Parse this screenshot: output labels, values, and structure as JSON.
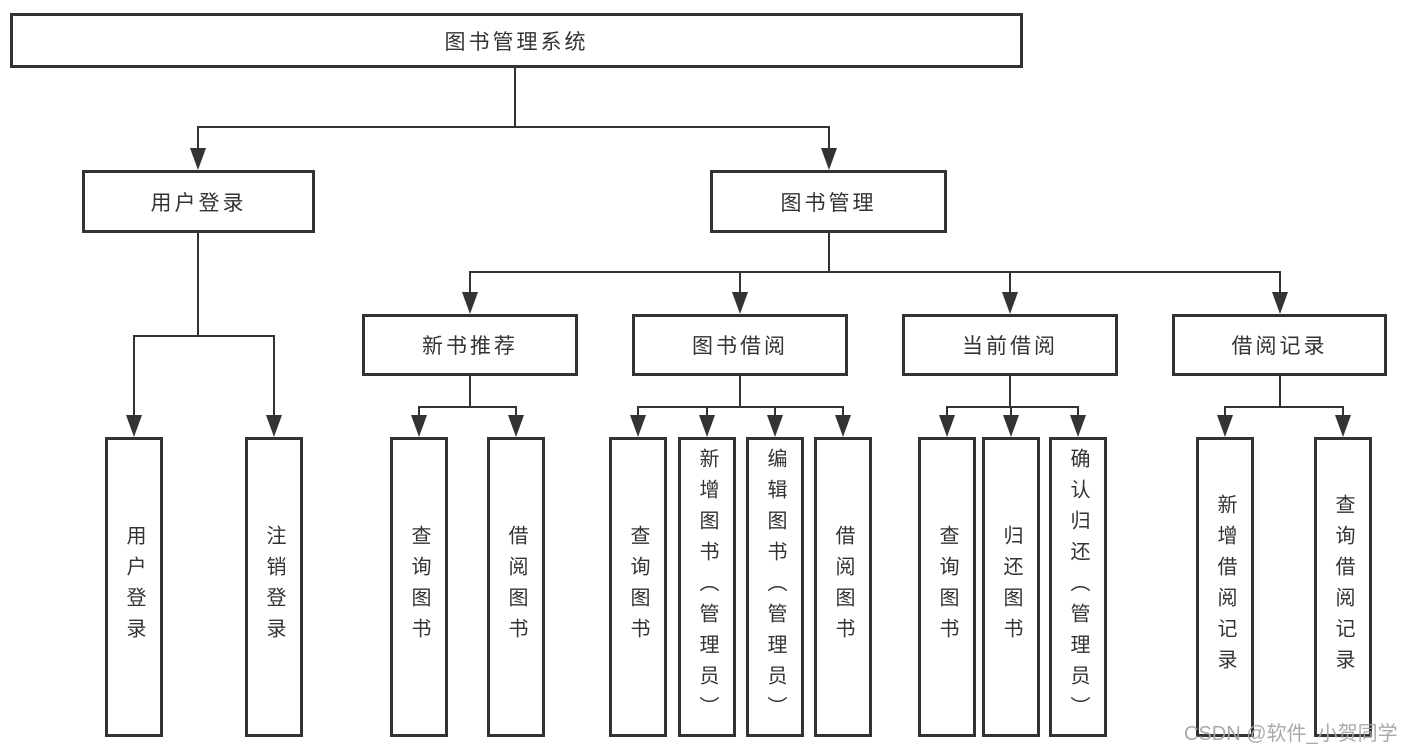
{
  "colors": {
    "line": "#333333",
    "text": "#333333",
    "background": "#ffffff",
    "watermark": "#a5a5a5"
  },
  "tree": {
    "root": {
      "label": "图书管理系统"
    },
    "branches": [
      {
        "label": "用户登录",
        "children": [
          {
            "label": "用户登录"
          },
          {
            "label": "注销登录"
          }
        ]
      },
      {
        "label": "图书管理",
        "children": [
          {
            "label": "新书推荐",
            "children": [
              {
                "label": "查询图书"
              },
              {
                "label": "借阅图书"
              }
            ]
          },
          {
            "label": "图书借阅",
            "children": [
              {
                "label": "查询图书"
              },
              {
                "label": "新增图书（管理员）"
              },
              {
                "label": "编辑图书（管理员）"
              },
              {
                "label": "借阅图书"
              }
            ]
          },
          {
            "label": "当前借阅",
            "children": [
              {
                "label": "查询图书"
              },
              {
                "label": "归还图书"
              },
              {
                "label": "确认归还（管理员）"
              }
            ]
          },
          {
            "label": "借阅记录",
            "children": [
              {
                "label": "新增借阅记录"
              },
              {
                "label": "查询借阅记录"
              }
            ]
          }
        ]
      }
    ]
  },
  "watermark": "CSDN @软件_小贺同学"
}
